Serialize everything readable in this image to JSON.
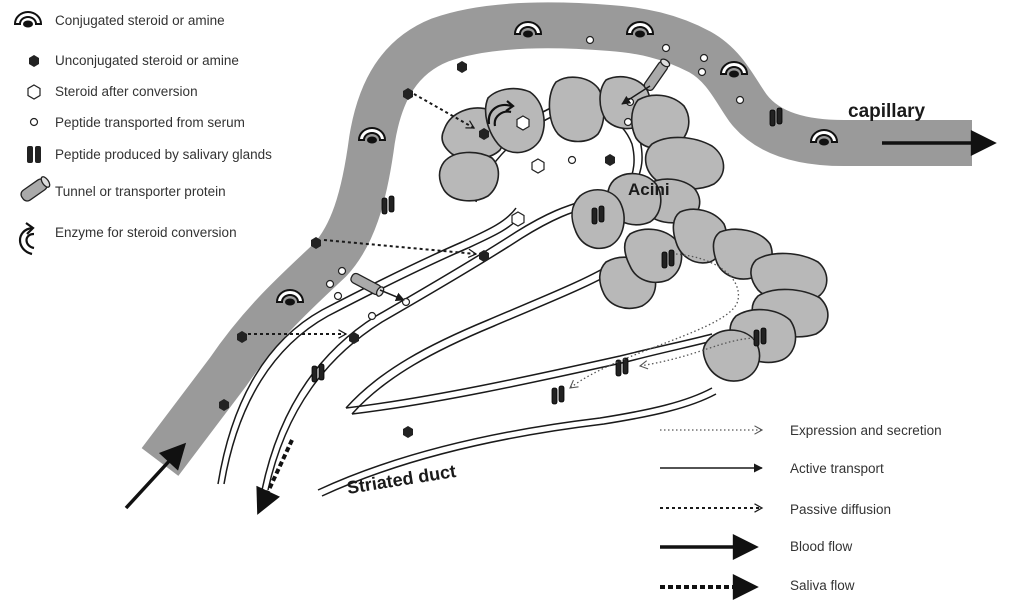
{
  "legend_top": [
    {
      "icon": "conjugated-steroid-icon",
      "label": "Conjugated steroid or amine"
    },
    {
      "icon": "unconjugated-steroid-icon",
      "label": "Unconjugated steroid or amine"
    },
    {
      "icon": "converted-steroid-icon",
      "label": "Steroid after conversion"
    },
    {
      "icon": "serum-peptide-icon",
      "label": "Peptide transported from serum"
    },
    {
      "icon": "gland-peptide-icon",
      "label": "Peptide produced by salivary glands"
    },
    {
      "icon": "transporter-protein-icon",
      "label": "Tunnel or transporter protein"
    },
    {
      "icon": "enzyme-icon",
      "label": "Enzyme for steroid conversion"
    }
  ],
  "legend_bottom": [
    {
      "icon": "expression-arrow-icon",
      "label": "Expression and secretion"
    },
    {
      "icon": "active-transport-arrow-icon",
      "label": "Active transport"
    },
    {
      "icon": "passive-diffusion-arrow-icon",
      "label": "Passive diffusion"
    },
    {
      "icon": "blood-flow-arrow-icon",
      "label": "Blood flow"
    },
    {
      "icon": "saliva-flow-arrow-icon",
      "label": "Saliva flow"
    }
  ],
  "labels": {
    "capillary": "capillary",
    "acini": "Acini",
    "striated_duct": "Striated duct"
  },
  "colors": {
    "capillary": "#9a9a9a",
    "cell": "#b8b8b8",
    "ink": "#1a1a1a"
  }
}
